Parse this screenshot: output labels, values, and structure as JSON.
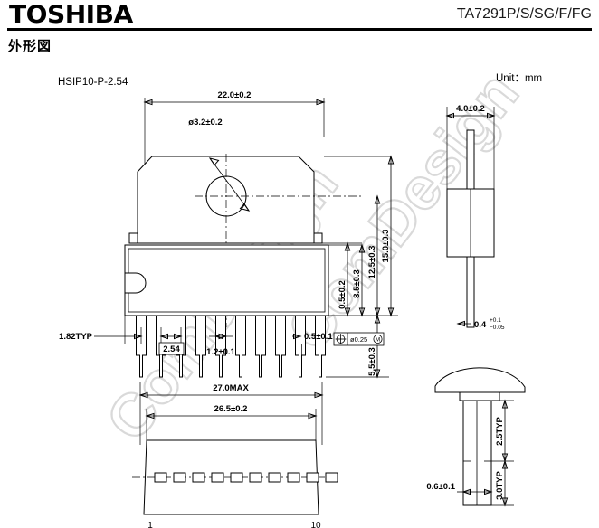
{
  "header": {
    "brand": "TOSHIBA",
    "part_number": "TA7291P/S/SG/F/FG",
    "section_title": "外形図"
  },
  "drawing": {
    "package_name": "HSIP10-P-2.54",
    "unit_label": "Unit：mm",
    "watermark": "ComDesign",
    "front_view": {
      "overall_width": "22.0±0.2",
      "hole_diameter": "ø3.2±0.2",
      "tab_thickness": "0.5±0.2",
      "body_height": "8.5±0.3",
      "hole_center_height": "12.5±0.3",
      "overall_height": "15.0±0.3",
      "lead_length": "5.5±0.3",
      "lead_edge_offset": "1.82TYP",
      "lead_pitch": "2.54",
      "lead_width_wide": "1.2±0.1",
      "lead_width_narrow": "0.5±0.1",
      "tolerance_frame": {
        "symbol": "⊕",
        "value": "ø0.25",
        "modifier": "M"
      }
    },
    "side_view": {
      "body_width": "4.0±0.2",
      "lead_thickness": "0.4",
      "lead_thickness_plus": "+0.1",
      "lead_thickness_minus": "−0.05"
    },
    "bottom_view": {
      "overall_length_max": "27.0MAX",
      "body_length": "26.5±0.2",
      "pin_first": "1",
      "pin_last": "10",
      "pin_count": 10
    },
    "lead_detail": {
      "lead_width": "0.6±0.1",
      "upper_length": "2.5TYP",
      "lower_length": "3.0TYP"
    }
  }
}
